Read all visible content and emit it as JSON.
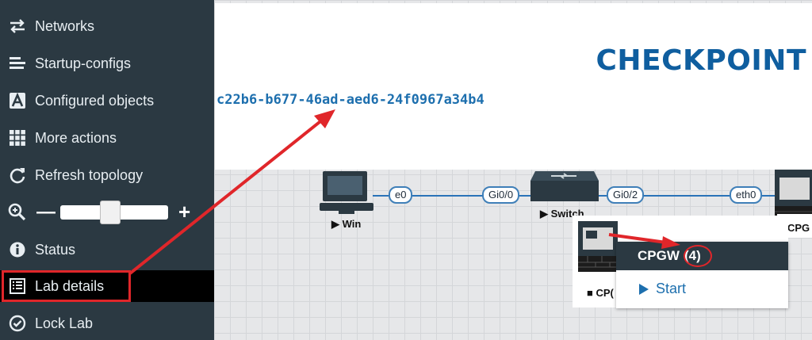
{
  "sidebar": {
    "items": [
      {
        "label": "Networks",
        "icon": "exchange-icon"
      },
      {
        "label": "Startup-configs",
        "icon": "list-lines-icon"
      },
      {
        "label": "Configured objects",
        "icon": "font-a-icon"
      },
      {
        "label": "More actions",
        "icon": "grid-icon"
      },
      {
        "label": "Refresh topology",
        "icon": "refresh-icon"
      },
      {
        "label": "Status",
        "icon": "info-icon"
      },
      {
        "label": "Lab details",
        "icon": "details-list-icon"
      },
      {
        "label": "Lock Lab",
        "icon": "lock-circle-icon"
      }
    ],
    "zoom": {
      "minus": "—",
      "plus": "+",
      "level": 0.75
    }
  },
  "modal": {
    "title": "CHECKPOINT",
    "lab_id": "c22b6-b677-46ad-aed6-24f0967a34b4"
  },
  "topology": {
    "nodes": [
      {
        "label": "▶ Win"
      },
      {
        "label": "▶ Switch"
      },
      {
        "label": "CPG"
      },
      {
        "label": "■ CP("
      }
    ],
    "ports": [
      "e0",
      "Gi0/0",
      "Gi0/2",
      "eth0"
    ]
  },
  "context_menu": {
    "title": "CPGW",
    "node_id": "(4)",
    "start_label": "Start"
  },
  "colors": {
    "sidebar_bg": "#2b3942",
    "accent_blue": "#0f5e9f",
    "annotation_red": "#e0262a"
  }
}
